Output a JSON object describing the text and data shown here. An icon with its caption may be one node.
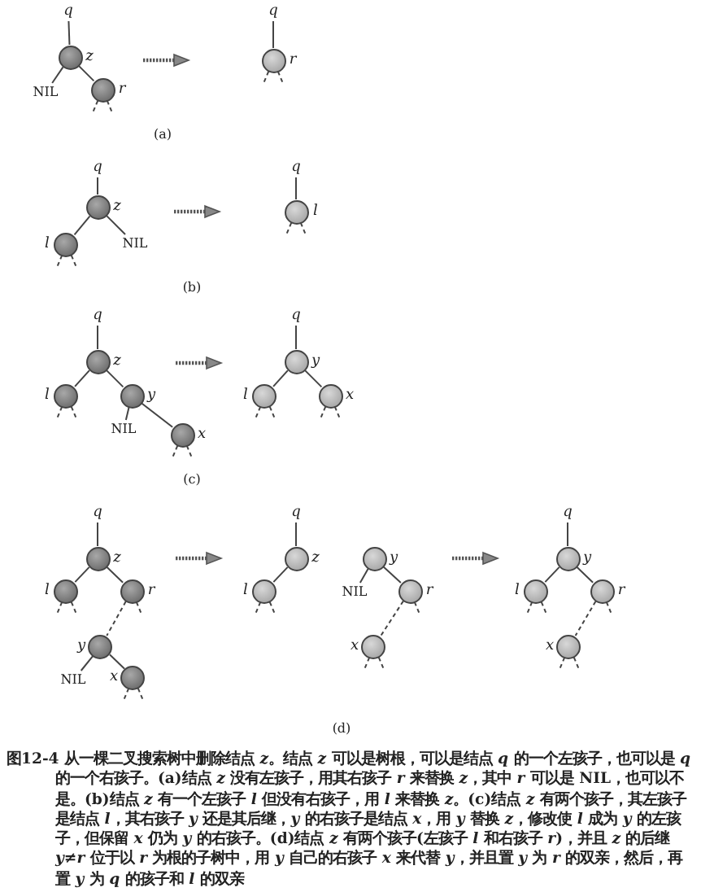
{
  "diagram": {
    "caption": "图12-4 从一棵二叉搜索树中删除结点 *z*。结点 *z* 可以是树根，可以是结点 *q* 的一个左孩子，也可以是 *q* 的一个右孩子。(a)结点 *z* 没有左孩子，用其右孩子 *r* 来替换 *z*，其中 *r* 可以是 NIL，也可以不是。(b)结点 *z* 有一个左孩子 *l* 但没有右孩子，用 *l* 来替换 *z*。(c)结点 *z* 有两个孩子，其左孩子是结点 *l*，其右孩子 *y* 还是其后继，*y* 的右孩子是结点 *x*，用 *y* 替换 *z*，修改使 *l* 成为 *y* 的左孩子，但保留 *x* 仍为 *y* 的右孩子。(d)结点 *z* 有两个孩子(左孩子 *l* 和右孩子 *r*)，并且 *z* 的后继 *y*≠*r* 位于以 *r* 为根的子树中，用 *y* 自己的右孩子 *x* 来代替 *y*，并且置 *y* 为 *r* 的双亲，然后，再置 *y* 为 *q* 的孩子和 *l* 的双亲",
    "nodes": [
      {
        "text": [
          "q"
        ]
      },
      {
        "text": [],
        "shape": "circle",
        "beside": [
          "z"
        ]
      },
      {
        "text": [
          "NIL"
        ]
      },
      {
        "text": [],
        "shape": "circle",
        "beside": [
          "r"
        ]
      },
      {
        "text": [
          "q"
        ]
      },
      {
        "text": [],
        "shape": "circle",
        "beside": [
          "r"
        ]
      },
      {
        "text": [
          "q"
        ]
      },
      {
        "text": [],
        "shape": "circle",
        "beside": [
          "z"
        ]
      },
      {
        "text": [],
        "shape": "circle",
        "beside": [
          "l"
        ]
      },
      {
        "text": [
          "NIL"
        ]
      },
      {
        "text": [
          "q"
        ]
      },
      {
        "text": [],
        "shape": "circle",
        "beside": [
          "l"
        ]
      },
      {
        "text": [
          "q"
        ]
      },
      {
        "text": [],
        "shape": "circle",
        "beside": [
          "z"
        ]
      },
      {
        "text": [],
        "shape": "circle",
        "beside": [
          "l"
        ]
      },
      {
        "text": [],
        "shape": "circle",
        "beside": [
          "y"
        ]
      },
      {
        "text": [
          "NIL"
        ]
      },
      {
        "text": [],
        "shape": "circle",
        "beside": [
          "x"
        ]
      },
      {
        "text": [
          "q"
        ]
      },
      {
        "text": [],
        "shape": "circle",
        "beside": [
          "y"
        ]
      },
      {
        "text": [],
        "shape": "circle",
        "beside": [
          "l"
        ]
      },
      {
        "text": [],
        "shape": "circle",
        "beside": [
          "x"
        ]
      },
      {
        "text": [
          "q"
        ]
      },
      {
        "text": [],
        "shape": "circle",
        "beside": [
          "z"
        ]
      },
      {
        "text": [],
        "shape": "circle",
        "beside": [
          "l"
        ]
      },
      {
        "text": [],
        "shape": "circle",
        "beside": [
          "r"
        ]
      },
      {
        "text": [],
        "shape": "circle",
        "beside": [
          "y"
        ]
      },
      {
        "text": [
          "NIL"
        ]
      },
      {
        "text": [],
        "shape": "circle",
        "beside": [
          "x"
        ]
      },
      {
        "text": [
          "q"
        ]
      },
      {
        "text": [],
        "shape": "circle",
        "beside": [
          "z"
        ]
      },
      {
        "text": [],
        "shape": "circle",
        "beside": [
          "l"
        ]
      },
      {
        "text": [],
        "shape": "circle",
        "beside": [
          "y"
        ]
      },
      {
        "text": [
          "NIL"
        ]
      },
      {
        "text": [],
        "shape": "circle",
        "beside": [
          "r"
        ]
      },
      {
        "text": [],
        "shape": "circle",
        "beside": [
          "x"
        ]
      },
      {
        "text": [
          "q"
        ]
      },
      {
        "text": [],
        "shape": "circle",
        "beside": [
          "y"
        ]
      },
      {
        "text": [],
        "shape": "circle",
        "beside": [
          "l"
        ]
      },
      {
        "text": [],
        "shape": "circle",
        "beside": [
          "r"
        ]
      },
      {
        "text": [],
        "shape": "circle",
        "beside": [
          "x"
        ]
      }
    ],
    "edges": [
      {
        "from": 0,
        "to": 1,
        "arrow": "none"
      },
      {
        "from": 1,
        "to": 2,
        "arrow": "none"
      },
      {
        "from": 1,
        "to": 3,
        "arrow": "none"
      },
      {
        "from": 3,
        "to": null,
        "arrow": "none",
        "style": "dashed"
      },
      {
        "from": 3,
        "to": null,
        "arrow": "none",
        "style": "dashed"
      },
      {
        "from": 4,
        "to": 5,
        "arrow": "none"
      },
      {
        "from": 5,
        "to": null,
        "arrow": "none",
        "style": "dashed"
      },
      {
        "from": 5,
        "to": null,
        "arrow": "none",
        "style": "dashed"
      },
      {
        "from": 6,
        "to": 7,
        "arrow": "none"
      },
      {
        "from": 7,
        "to": 8,
        "arrow": "none"
      },
      {
        "from": 7,
        "to": 9,
        "arrow": "none"
      },
      {
        "from": 8,
        "to": null,
        "arrow": "none",
        "style": "dashed"
      },
      {
        "from": 8,
        "to": null,
        "arrow": "none",
        "style": "dashed"
      },
      {
        "from": 10,
        "to": 11,
        "arrow": "none"
      },
      {
        "from": 11,
        "to": null,
        "arrow": "none",
        "style": "dashed"
      },
      {
        "from": 11,
        "to": null,
        "arrow": "none",
        "style": "dashed"
      },
      {
        "from": 12,
        "to": 13,
        "arrow": "none"
      },
      {
        "from": 13,
        "to": 14,
        "arrow": "none"
      },
      {
        "from": 13,
        "to": 15,
        "arrow": "none"
      },
      {
        "from": 14,
        "to": null,
        "arrow": "none",
        "style": "dashed"
      },
      {
        "from": 14,
        "to": null,
        "arrow": "none",
        "style": "dashed"
      },
      {
        "from": 15,
        "to": 16,
        "arrow": "none"
      },
      {
        "from": 15,
        "to": 17,
        "arrow": "none"
      },
      {
        "from": 17,
        "to": null,
        "arrow": "none",
        "style": "dashed"
      },
      {
        "from": 17,
        "to": null,
        "arrow": "none",
        "style": "dashed"
      },
      {
        "from": 18,
        "to": 19,
        "arrow": "none"
      },
      {
        "from": 19,
        "to": 20,
        "arrow": "none"
      },
      {
        "from": 19,
        "to": 21,
        "arrow": "none"
      },
      {
        "from": 20,
        "to": null,
        "arrow": "none",
        "style": "dashed"
      },
      {
        "from": 20,
        "to": null,
        "arrow": "none",
        "style": "dashed"
      },
      {
        "from": 21,
        "to": null,
        "arrow": "none",
        "style": "dashed"
      },
      {
        "from": 21,
        "to": null,
        "arrow": "none",
        "style": "dashed"
      },
      {
        "from": 22,
        "to": 23,
        "arrow": "none"
      },
      {
        "from": 23,
        "to": 24,
        "arrow": "none"
      },
      {
        "from": 23,
        "to": 25,
        "arrow": "none"
      },
      {
        "from": 24,
        "to": null,
        "arrow": "none",
        "style": "dashed"
      },
      {
        "from": 24,
        "to": null,
        "arrow": "none",
        "style": "dashed"
      },
      {
        "from": 25,
        "to": 26,
        "arrow": "none",
        "style": "dashed"
      },
      {
        "from": 25,
        "to": null,
        "arrow": "none",
        "style": "dashed"
      },
      {
        "from": 26,
        "to": 27,
        "arrow": "none"
      },
      {
        "from": 26,
        "to": 28,
        "arrow": "none"
      },
      {
        "from": 28,
        "to": null,
        "arrow": "none",
        "style": "dashed"
      },
      {
        "from": 28,
        "to": null,
        "arrow": "none",
        "style": "dashed"
      },
      {
        "from": 29,
        "to": 30,
        "arrow": "none"
      },
      {
        "from": 30,
        "to": 31,
        "arrow": "none"
      },
      {
        "from": 31,
        "to": null,
        "arrow": "none",
        "style": "dashed"
      },
      {
        "from": 31,
        "to": null,
        "arrow": "none",
        "style": "dashed"
      },
      {
        "from": 32,
        "to": 33,
        "arrow": "none"
      },
      {
        "from": 32,
        "to": 34,
        "arrow": "none"
      },
      {
        "from": 34,
        "to": 35,
        "arrow": "none",
        "style": "dashed"
      },
      {
        "from": 34,
        "to": null,
        "arrow": "none",
        "style": "dashed"
      },
      {
        "from": 35,
        "to": null,
        "arrow": "none",
        "style": "dashed"
      },
      {
        "from": 35,
        "to": null,
        "arrow": "none",
        "style": "dashed"
      },
      {
        "from": 36,
        "to": 37,
        "arrow": "none"
      },
      {
        "from": 37,
        "to": 38,
        "arrow": "none"
      },
      {
        "from": 37,
        "to": 39,
        "arrow": "none"
      },
      {
        "from": 38,
        "to": null,
        "arrow": "none",
        "style": "dashed"
      },
      {
        "from": 38,
        "to": null,
        "arrow": "none",
        "style": "dashed"
      },
      {
        "from": 39,
        "to": 40,
        "arrow": "none",
        "style": "dashed"
      },
      {
        "from": 39,
        "to": null,
        "arrow": "none",
        "style": "dashed"
      },
      {
        "from": 40,
        "to": null,
        "arrow": "none",
        "style": "dashed"
      },
      {
        "from": 40,
        "to": null,
        "arrow": "none",
        "style": "dashed"
      }
    ],
    "labels": [
      "(a)",
      "(b)",
      "(c)",
      "(d)"
    ]
  }
}
